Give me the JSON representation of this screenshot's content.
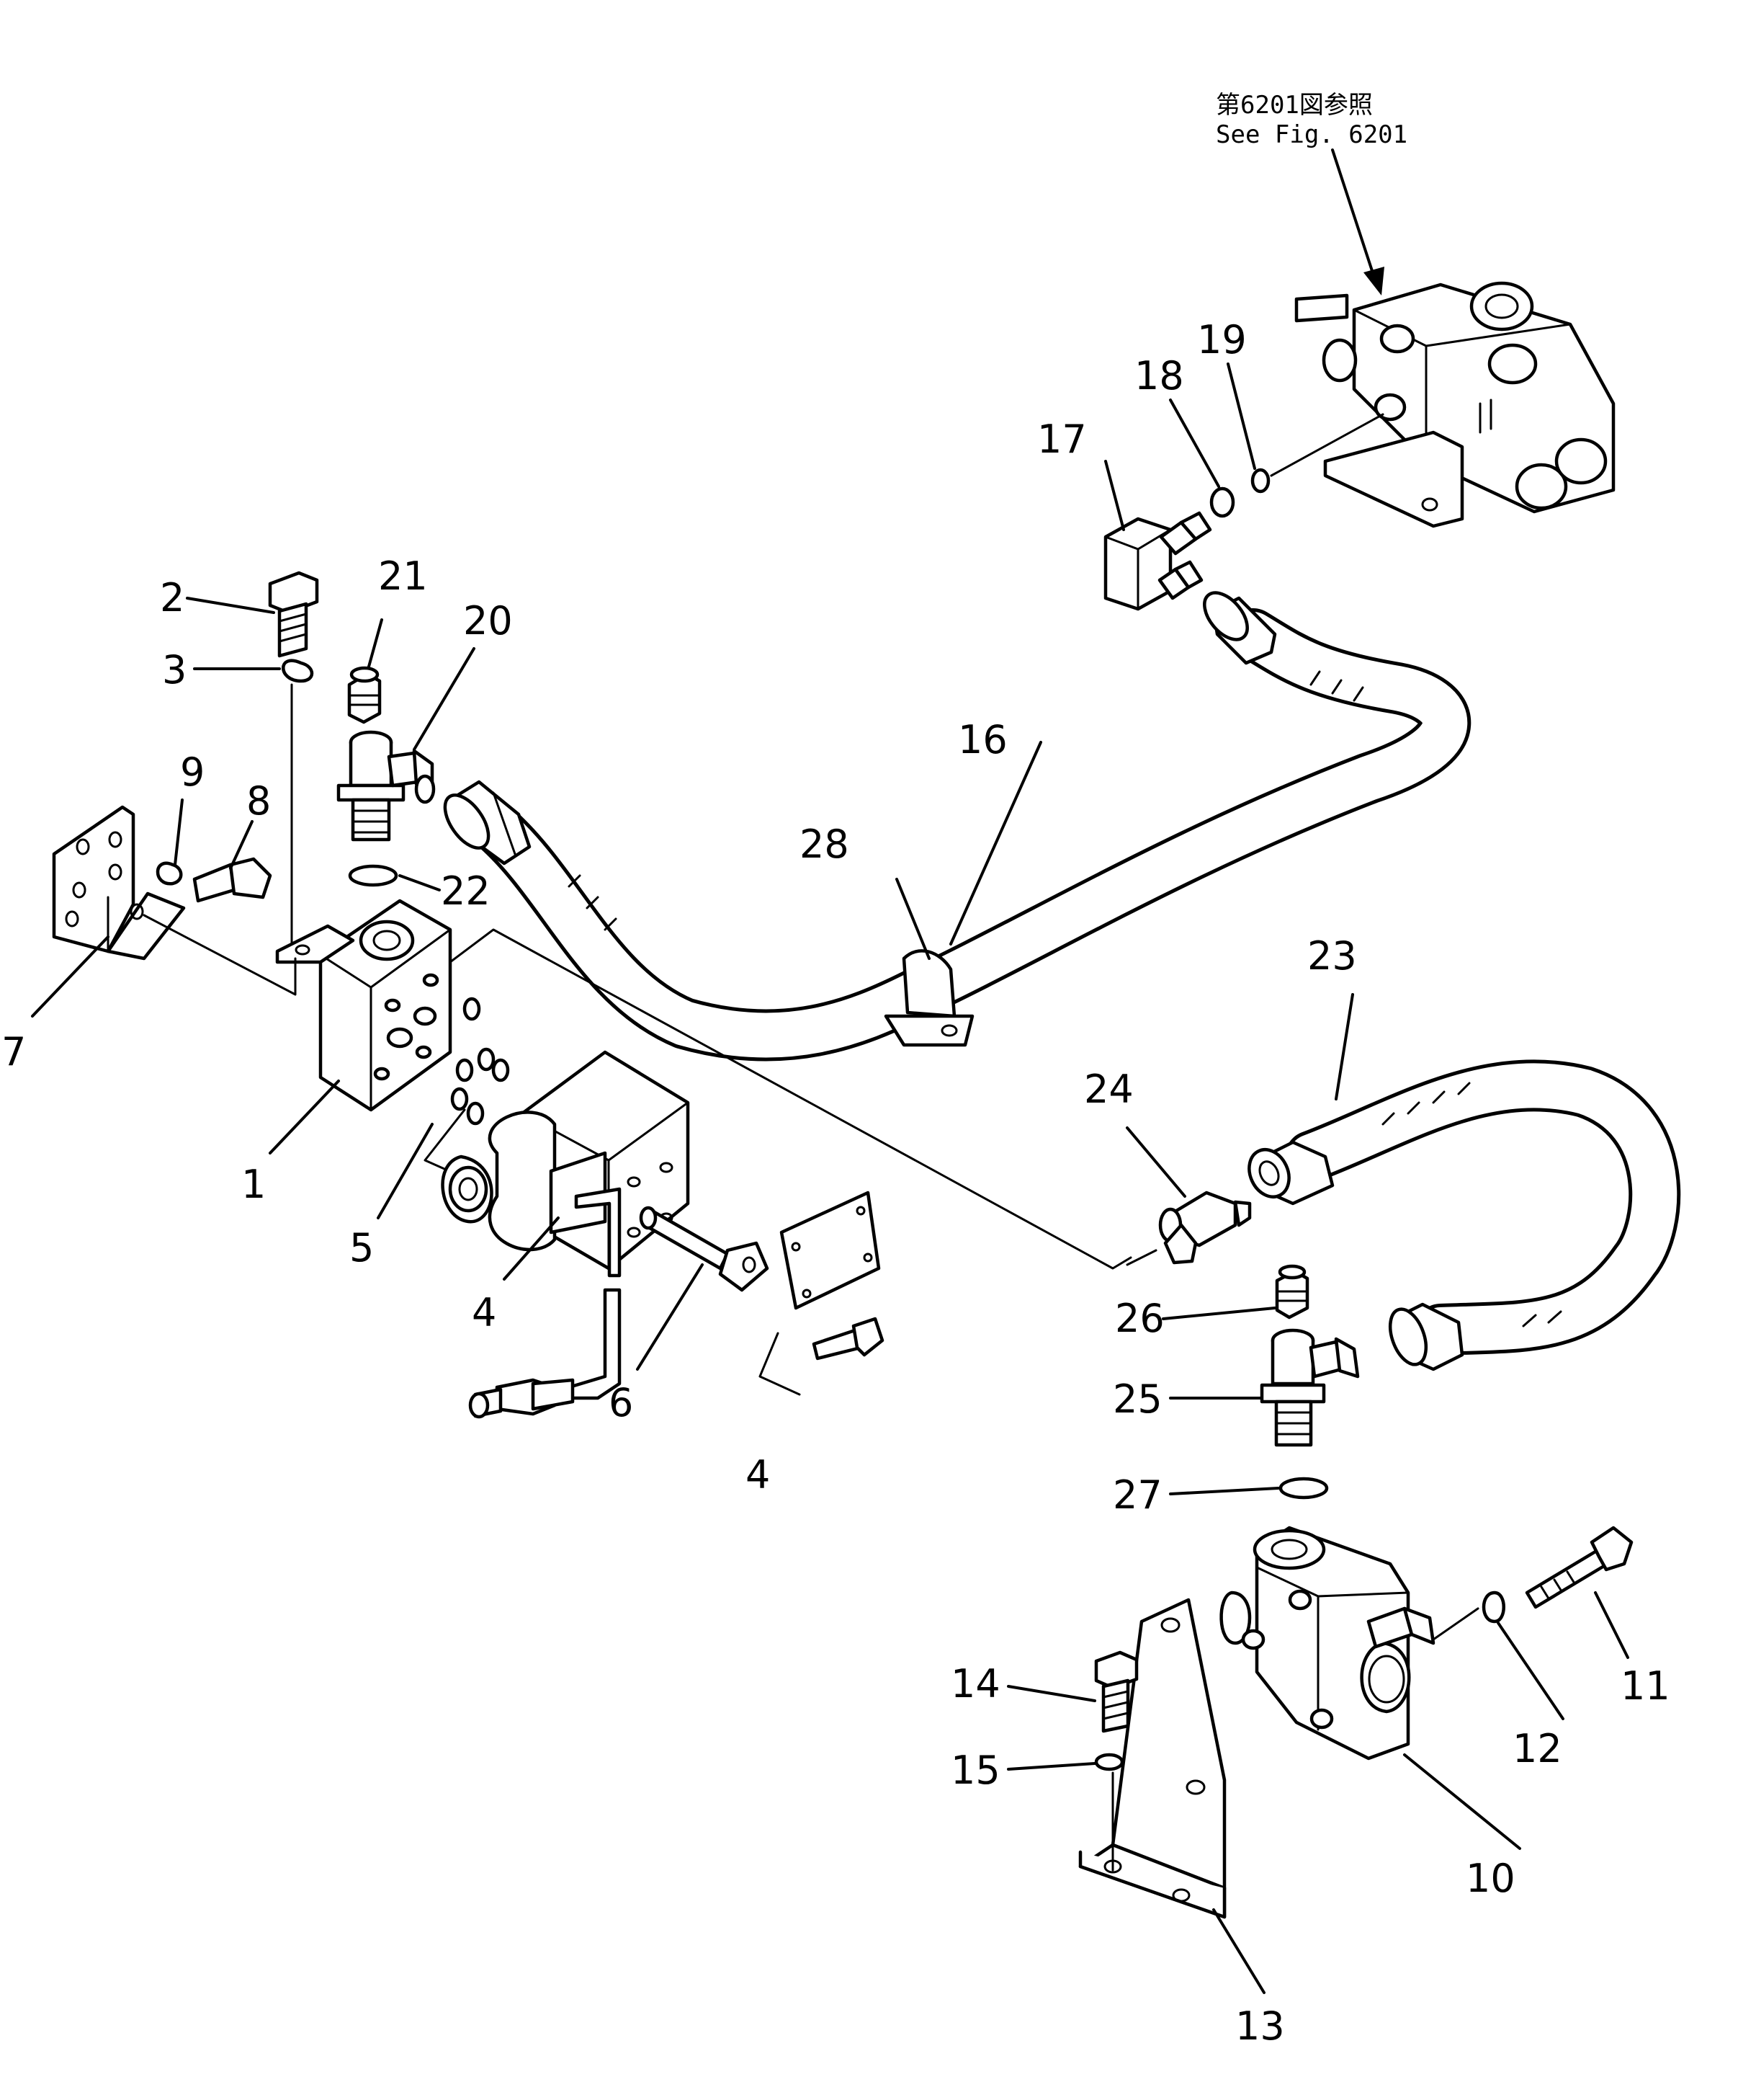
{
  "reference": {
    "line1": "第6201図参照",
    "line2": "See  Fig. 6201"
  },
  "callouts": [
    {
      "id": "c1",
      "label": "1"
    },
    {
      "id": "c2",
      "label": "2"
    },
    {
      "id": "c3",
      "label": "3"
    },
    {
      "id": "c4a",
      "label": "4"
    },
    {
      "id": "c4b",
      "label": "4"
    },
    {
      "id": "c5",
      "label": "5"
    },
    {
      "id": "c6",
      "label": "6"
    },
    {
      "id": "c7",
      "label": "7"
    },
    {
      "id": "c8",
      "label": "8"
    },
    {
      "id": "c9",
      "label": "9"
    },
    {
      "id": "c10",
      "label": "10"
    },
    {
      "id": "c11",
      "label": "11"
    },
    {
      "id": "c12",
      "label": "12"
    },
    {
      "id": "c13",
      "label": "13"
    },
    {
      "id": "c14",
      "label": "14"
    },
    {
      "id": "c15",
      "label": "15"
    },
    {
      "id": "c16",
      "label": "16"
    },
    {
      "id": "c17",
      "label": "17"
    },
    {
      "id": "c18",
      "label": "18"
    },
    {
      "id": "c19",
      "label": "19"
    },
    {
      "id": "c20",
      "label": "20"
    },
    {
      "id": "c21",
      "label": "21"
    },
    {
      "id": "c22",
      "label": "22"
    },
    {
      "id": "c23",
      "label": "23"
    },
    {
      "id": "c24",
      "label": "24"
    },
    {
      "id": "c25",
      "label": "25"
    },
    {
      "id": "c26",
      "label": "26"
    },
    {
      "id": "c27",
      "label": "27"
    },
    {
      "id": "c28",
      "label": "28"
    }
  ]
}
